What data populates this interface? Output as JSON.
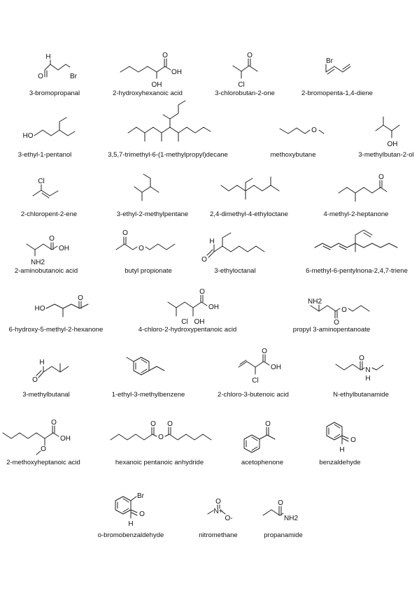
{
  "compounds": [
    {
      "name": "3-bromopropanal",
      "atoms": [
        "H",
        "O",
        "Br"
      ]
    },
    {
      "name": "2-hydroxyhexanoic acid",
      "atoms": [
        "O",
        "OH",
        "OH"
      ]
    },
    {
      "name": "3-chlorobutan-2-one",
      "atoms": [
        "O",
        "Cl"
      ]
    },
    {
      "name": "2-bromopenta-1,4-diene",
      "atoms": [
        "Br"
      ]
    },
    {
      "name": "3-ethyl-1-pentanol",
      "atoms": [
        "HO"
      ]
    },
    {
      "name": "3,5,7-trimethyl-6-(1-methylpropyl)decane",
      "atoms": []
    },
    {
      "name": "methoxybutane",
      "atoms": [
        "O"
      ]
    },
    {
      "name": "3-methylbutan-2-ol",
      "atoms": [
        "OH"
      ]
    },
    {
      "name": "2-chloropent-2-ene",
      "atoms": [
        "Cl"
      ]
    },
    {
      "name": "3-ethyl-2-methylpentane",
      "atoms": []
    },
    {
      "name": "2,4-dimethyl-4-ethyloctane",
      "atoms": []
    },
    {
      "name": "4-methyl-2-heptanone",
      "atoms": [
        "O"
      ]
    },
    {
      "name": "2-aminobutanoic acid",
      "atoms": [
        "O",
        "OH",
        "NH2"
      ]
    },
    {
      "name": "butyl propionate",
      "atoms": [
        "O",
        "O"
      ]
    },
    {
      "name": "3-ethyloctanal",
      "atoms": [
        "H",
        "O"
      ]
    },
    {
      "name": "6-methyl-6-pentylnona-2,4,7-triene",
      "atoms": []
    },
    {
      "name": "6-hydroxy-5-methyl-2-hexanone",
      "atoms": [
        "HO",
        "O"
      ]
    },
    {
      "name": "4-chloro-2-hydroxypentanoic acid",
      "atoms": [
        "O",
        "OH",
        "Cl",
        "OH"
      ]
    },
    {
      "name": "propyl 3-aminopentanoate",
      "atoms": [
        "NH2",
        "O",
        "O"
      ]
    },
    {
      "name": "3-methylbutanal",
      "atoms": [
        "H",
        "O"
      ]
    },
    {
      "name": "1-ethyl-3-methylbenzene",
      "atoms": []
    },
    {
      "name": "2-chloro-3-butenoic acid",
      "atoms": [
        "O",
        "OH",
        "Cl"
      ]
    },
    {
      "name": "N-ethylbutanamide",
      "atoms": [
        "O",
        "N",
        "H"
      ]
    },
    {
      "name": "2-methoxyheptanoic acid",
      "atoms": [
        "O",
        "OH",
        "O"
      ]
    },
    {
      "name": "hexanoic pentanoic anhydride",
      "atoms": [
        "O",
        "O",
        "O"
      ]
    },
    {
      "name": "acetophenone",
      "atoms": [
        "O"
      ]
    },
    {
      "name": "benzaldehyde",
      "atoms": [
        "O",
        "H"
      ]
    },
    {
      "name": "o-bromobenzaldehyde",
      "atoms": [
        "Br",
        "O",
        "H"
      ]
    },
    {
      "name": "nitromethane",
      "atoms": [
        "O",
        "N+",
        "O-"
      ]
    },
    {
      "name": "propanamide",
      "atoms": [
        "O",
        "NH2"
      ]
    }
  ]
}
